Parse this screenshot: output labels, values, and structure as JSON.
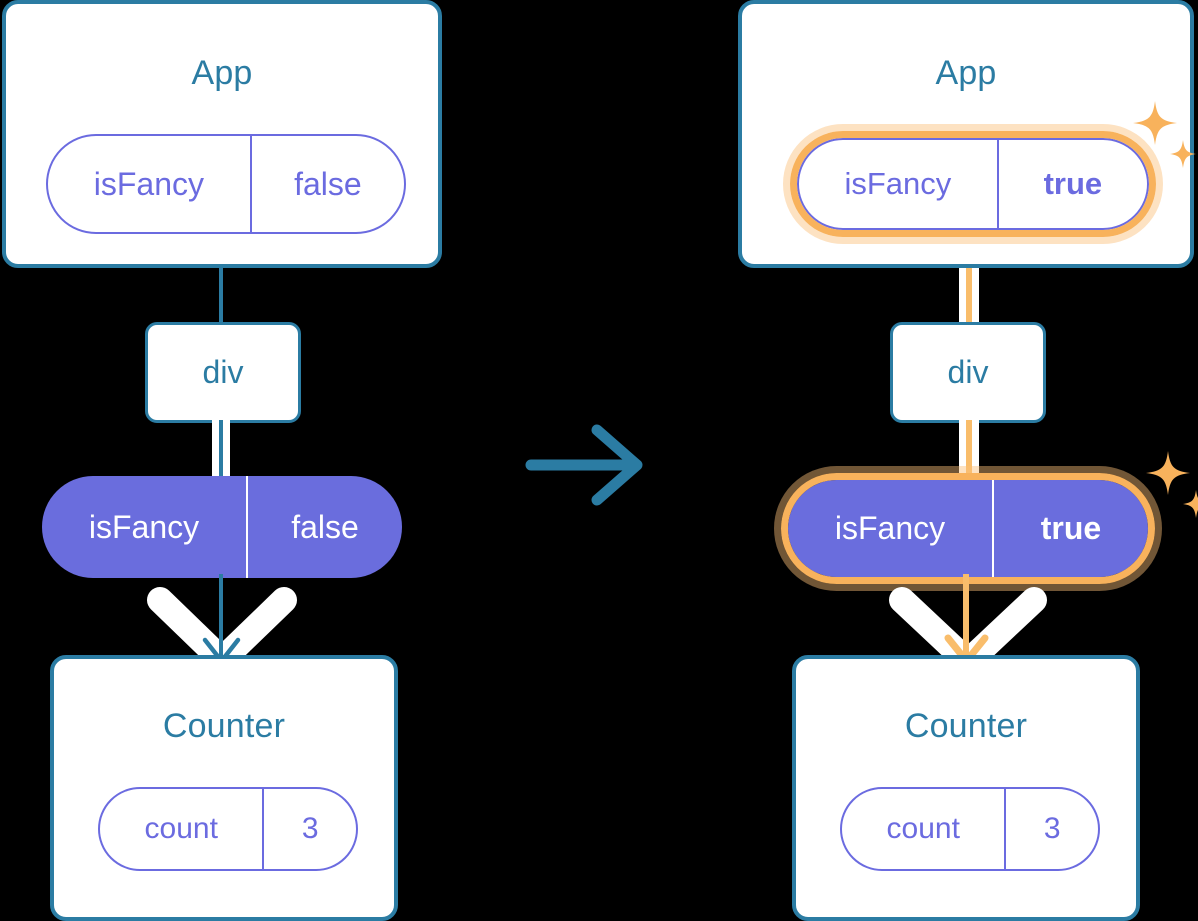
{
  "diagram": {
    "type": "react-state-tree-transition",
    "title": "",
    "colors": {
      "box_border": "#2b7ca3",
      "box_title_text": "#2b7ca3",
      "pill_purple": "#6a6ddd",
      "pill_outline": "#6b6be0",
      "highlight_amber": "#f8b25c",
      "highlight_amber_glow": "#fde6c6",
      "connector_blue": "#2b7ca3",
      "connector_amber": "#f9bd6b",
      "arrow_white": "#ffffff",
      "background": "#000000"
    },
    "transition_arrow": {
      "icon": "arrow-right-icon",
      "direction": "right",
      "color": "#2b7ca3"
    },
    "panels": [
      {
        "id": "before",
        "highlighted": false,
        "root": {
          "label": "App",
          "state_pill": {
            "key": "isFancy",
            "value": "false",
            "style": "outline",
            "bold_value": false,
            "highlighted": false
          }
        },
        "intermediate": {
          "label": "div"
        },
        "prop_pill": {
          "key": "isFancy",
          "value": "false",
          "style": "filled",
          "bold_value": false,
          "highlighted": false
        },
        "child": {
          "label": "Counter",
          "state_pill": {
            "key": "count",
            "value": "3",
            "style": "outline",
            "bold_value": false,
            "highlighted": false
          }
        },
        "connector_color": "#2b7ca3",
        "sparkles": 0
      },
      {
        "id": "after",
        "highlighted": true,
        "root": {
          "label": "App",
          "state_pill": {
            "key": "isFancy",
            "value": "true",
            "style": "outline",
            "bold_value": true,
            "highlighted": true
          }
        },
        "intermediate": {
          "label": "div"
        },
        "prop_pill": {
          "key": "isFancy",
          "value": "true",
          "style": "filled",
          "bold_value": true,
          "highlighted": true
        },
        "child": {
          "label": "Counter",
          "state_pill": {
            "key": "count",
            "value": "3",
            "style": "outline",
            "bold_value": false,
            "highlighted": false
          }
        },
        "connector_color": "#f9bd6b",
        "sparkles": 2
      }
    ],
    "icons": {
      "sparkle_large": "sparkle-icon",
      "sparkle_small": "sparkle-small-icon",
      "arrow_down": "arrow-down-icon",
      "arrow_right": "arrow-right-icon"
    }
  }
}
